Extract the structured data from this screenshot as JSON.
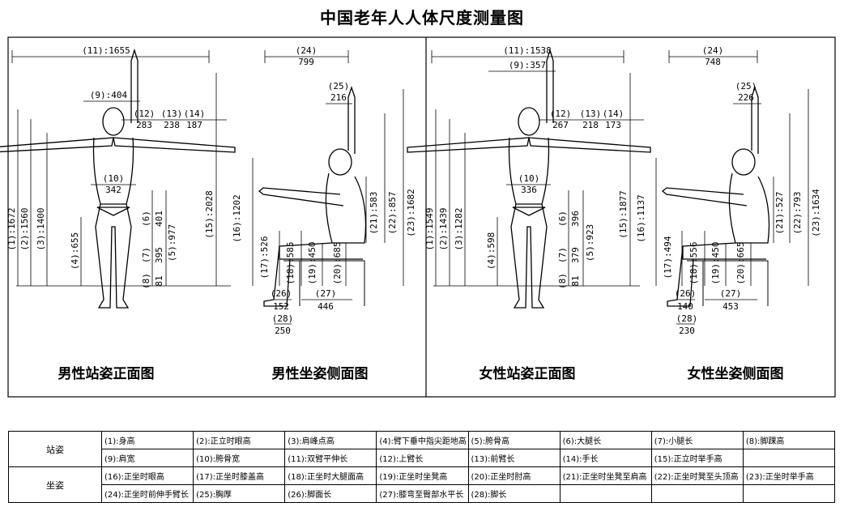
{
  "title": "中国老年人人体尺度测量图",
  "panels": [
    {
      "caption": "男性站姿正面图",
      "dims": {
        "span": "(11):1655",
        "shoulder": "(9):404",
        "upper_arm": "(12)",
        "upper_arm_v": "283",
        "forearm": "(13)",
        "forearm_v": "238",
        "hand": "(14)",
        "hand_v": "187",
        "hip": "(10)",
        "hip_v": "342",
        "h1": "(1):1672",
        "h2": "(2):1560",
        "h3": "(3):1400",
        "h4": "(4):655",
        "h5": "(5):977",
        "h6": "(6)",
        "h6_v": "401",
        "h7": "(7)",
        "h7_v": "395",
        "h8": "(8)",
        "h8_v": "81",
        "h15": "(15):2028"
      }
    },
    {
      "caption": "男性坐姿侧面图",
      "dims": {
        "d24": "(24)",
        "d24_v": "799",
        "d25": "(25)",
        "d25_v": "216",
        "h16": "(16):1202",
        "h17": "(17):526",
        "h18": "(18):585",
        "h19": "(19):450",
        "h20": "(20):685",
        "h21": "(21):583",
        "h22": "(22):857",
        "h23": "(23):1682",
        "d26": "(26)",
        "d26_v": "152",
        "d27": "(27)",
        "d27_v": "446",
        "d28": "(28)",
        "d28_v": "250"
      }
    },
    {
      "caption": "女性站姿正面图",
      "dims": {
        "span": "(11):1538",
        "shoulder": "(9):357",
        "upper_arm": "(12)",
        "upper_arm_v": "267",
        "forearm": "(13)",
        "forearm_v": "218",
        "hand": "(14)",
        "hand_v": "173",
        "hip": "(10)",
        "hip_v": "336",
        "h1": "(1):1549",
        "h2": "(2):1439",
        "h3": "(3):1282",
        "h4": "(4):598",
        "h5": "(5):923",
        "h6": "(6)",
        "h6_v": "396",
        "h7": "(7)",
        "h7_v": "379",
        "h8": "(8)",
        "h8_v": "81",
        "h15": "(15):1877"
      }
    },
    {
      "caption": "女性坐姿侧面图",
      "dims": {
        "d24": "(24)",
        "d24_v": "748",
        "d25": "(25)",
        "d25_v": "226",
        "h16": "(16):1137",
        "h17": "(17):494",
        "h18": "(18):556",
        "h19": "(19):450",
        "h20": "(20):665",
        "h21": "(21):527",
        "h22": "(22):793",
        "h23": "(23):1634",
        "d26": "(26)",
        "d26_v": "140",
        "d27": "(27)",
        "d27_v": "453",
        "d28": "(28)",
        "d28_v": "230"
      }
    }
  ],
  "legend": {
    "standing_label": "站姿",
    "sitting_label": "坐姿",
    "standing_row1": [
      "(1):身高",
      "(2):正立时眼高",
      "(3):肩峰点高",
      "(4):臂下垂中指尖距地高",
      "(5):胯骨高",
      "(6):大腿长",
      "(7):小腿长",
      "(8):脚踝高"
    ],
    "standing_row2": [
      "(9):肩宽",
      "(10):胯骨宽",
      "(11):双臂平伸长",
      "(12):上臂长",
      "(13):前臂长",
      "(14):手长",
      "(15):正立时举手高",
      ""
    ],
    "sitting_row1": [
      "(16):正坐时眼高",
      "(17):正坐时膝盖高",
      "(18):正坐时大腿面高",
      "(19):正坐时坐凳高",
      "(20):正坐时肘高",
      "(21):正坐时坐凳至肩高",
      "(22):正坐时凳至头顶高",
      "(23):正坐时举手高"
    ],
    "sitting_row2": [
      "(24):正坐时前伸手臂长",
      "(25):胸厚",
      "(26):脚面长",
      "(27):膝弯至臀部水平长",
      "(28):脚长",
      "",
      "",
      ""
    ]
  }
}
